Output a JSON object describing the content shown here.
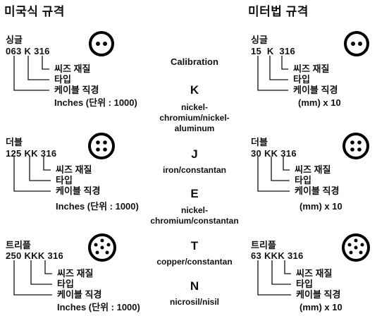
{
  "titles": {
    "left": "미국식 규격",
    "right": "미터법 규격"
  },
  "left_blocks": [
    {
      "name": "싱글",
      "code": "063 K 316",
      "sheath": "씨즈 재질",
      "type": "타입",
      "diameter": "케이블 직경",
      "unit": "Inches (단위 : 1000)"
    },
    {
      "name": "더블",
      "code": "125 KK 316",
      "sheath": "씨즈 재질",
      "type": "타입",
      "diameter": "케이블 직경",
      "unit": "Inches (단위 : 1000)"
    },
    {
      "name": "트리플",
      "code": "250 KKK 316",
      "sheath": "씨즈 재질",
      "type": "타입",
      "diameter": "케이블 직경",
      "unit": "Inches (단위 : 1000)"
    }
  ],
  "right_blocks": [
    {
      "name": "싱글",
      "code": "15  K  316",
      "sheath": "씨즈 재질",
      "type": "타입",
      "diameter": "케이블 직경",
      "unit": "(mm) x 10"
    },
    {
      "name": "더블",
      "code": "30 KK 316",
      "sheath": "씨즈 재질",
      "type": "타입",
      "diameter": "케이블 직경",
      "unit": "(mm) x 10"
    },
    {
      "name": "트리플",
      "code": "63 KKK 316",
      "sheath": "씨즈 재질",
      "type": "타입",
      "diameter": "케이블 직경",
      "unit": "(mm) x 10"
    }
  ],
  "calibration": {
    "heading": "Calibration",
    "items": [
      {
        "letter": "K",
        "line1": "nickel-",
        "line2": "chromium/nickel-",
        "line3": "aluminum"
      },
      {
        "letter": "J",
        "line1": "iron/constantan",
        "line2": "",
        "line3": ""
      },
      {
        "letter": "E",
        "line1": "nickel-",
        "line2": "chromium/constantan",
        "line3": ""
      },
      {
        "letter": "T",
        "line1": "copper/constantan",
        "line2": "",
        "line3": ""
      },
      {
        "letter": "N",
        "line1": "nicrosil/nisil",
        "line2": "",
        "line3": ""
      }
    ]
  },
  "connector_icons": [
    "single-pin-connector-icon",
    "double-pin-connector-icon",
    "triple-pin-connector-icon"
  ]
}
